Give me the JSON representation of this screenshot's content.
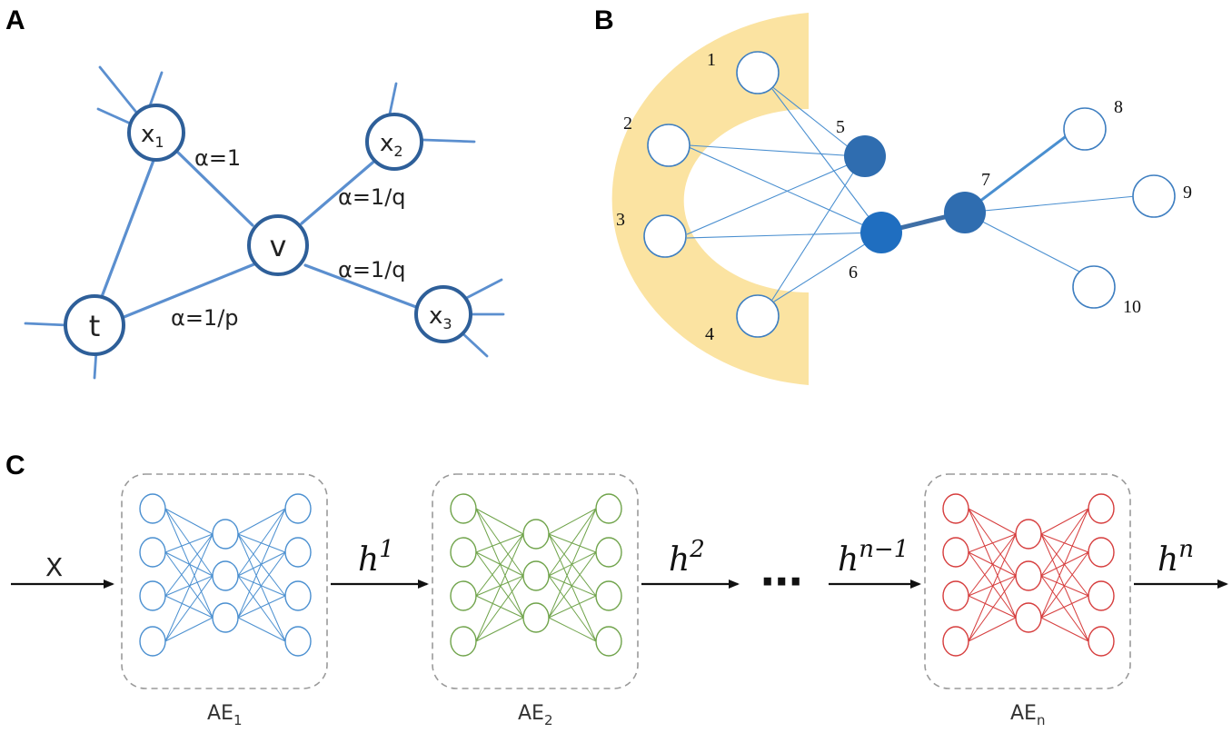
{
  "panels": {
    "a": {
      "label": "A",
      "nodes": {
        "x1": {
          "main": "x",
          "sub": "1"
        },
        "x2": {
          "main": "x",
          "sub": "2"
        },
        "x3": {
          "main": "x",
          "sub": "3"
        },
        "v": {
          "main": "v"
        },
        "t": {
          "main": "t"
        }
      },
      "edge_labels": {
        "x1_v": "α=1",
        "x2_v": "α=1/q",
        "x3_v": "α=1/q",
        "t_v": "α=1/p"
      }
    },
    "b": {
      "label": "B",
      "node_numbers": [
        "1",
        "2",
        "3",
        "4",
        "5",
        "6",
        "7",
        "8",
        "9",
        "10"
      ]
    },
    "c": {
      "label": "C",
      "input": "X",
      "ellipsis": "···",
      "autoencoders": [
        {
          "main": "AE",
          "sub": "1",
          "color": "#4a8fd0"
        },
        {
          "main": "AE",
          "sub": "2",
          "color": "#6fa34a"
        },
        {
          "main": "AE",
          "sub": "n",
          "color": "#d63c3c"
        }
      ],
      "hidden": [
        {
          "main": "h",
          "sup": "1"
        },
        {
          "main": "h",
          "sup": "2"
        },
        {
          "main": "h",
          "sup": "n−1"
        },
        {
          "main": "h",
          "sup": "n"
        }
      ]
    }
  },
  "colors": {
    "panel_a_edge": "#5b8fcf",
    "panel_a_node": "#2e5f99",
    "panel_b_highlight": "#fbe3a1",
    "panel_b_filled": "#2f6db0",
    "arrow": "#111111"
  }
}
